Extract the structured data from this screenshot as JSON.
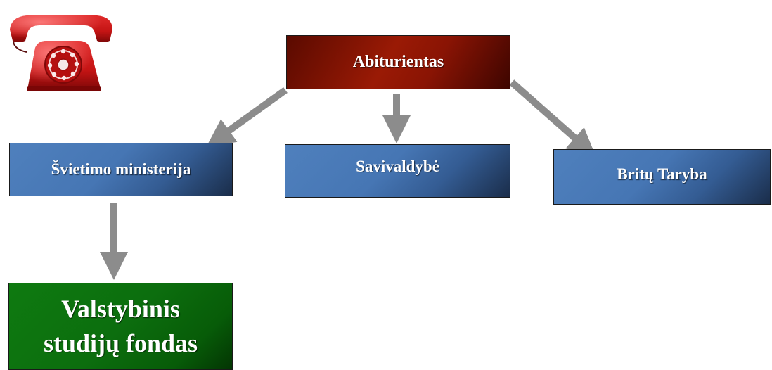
{
  "diagram": {
    "nodes": {
      "top": "Abiturientas",
      "left": "Švietimo ministerija",
      "middle": "Savivaldybė",
      "right": "Britų Taryba",
      "bottom_line1": "Valstybinis",
      "bottom_line2": "studijų fondas"
    },
    "colors": {
      "top_node": "#8a1404",
      "blue_nodes": "#4676b4",
      "bottom_node": "#0c6e0e",
      "arrows": "#8c8c8c",
      "phone": "#d01919"
    },
    "icon": "red-rotary-telephone"
  }
}
